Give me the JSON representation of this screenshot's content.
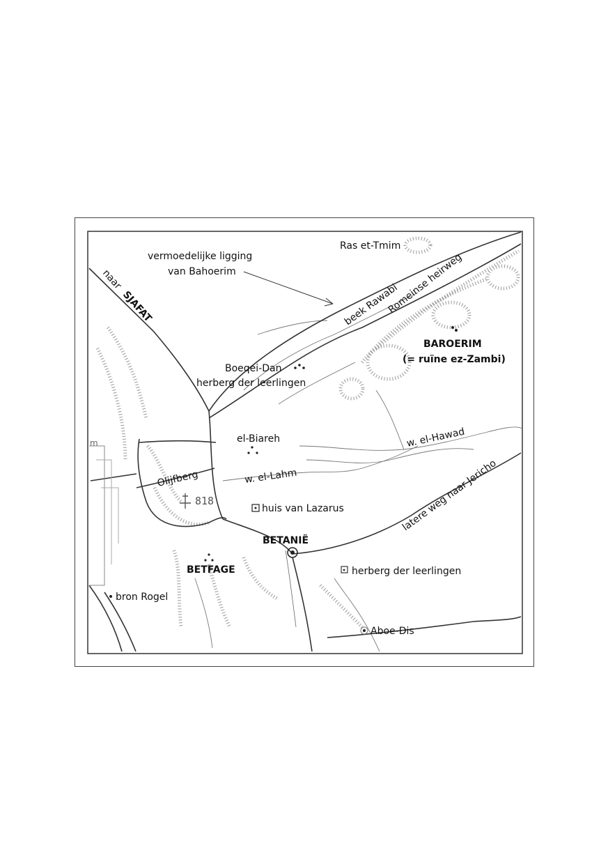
{
  "map": {
    "labels": {
      "naar": "naar",
      "sjafat": "SJAFAT",
      "vermoedelijke_1": "vermoedelijke ligging",
      "vermoedelijke_2": "van Bahoerim",
      "ras_et_tmim": "Ras et-Tmim",
      "beek_rawabi": "beek Rawabi",
      "romeinse_heirweg": "Romeinse heirweg",
      "baroerim": "BAROERIM",
      "ruine": "(= ruïne ez-Zambi)",
      "boeqei_dan": "Boeqei-Dan",
      "herberg_1": "herberg der leerlingen",
      "el_biareh": "el-Biareh",
      "w_el_hawad": "w. el-Hawad",
      "olijfberg": "Olijfberg",
      "w_el_lahm": "w. el-Lahm",
      "elevation": "818",
      "huis_lazarus": "huis van Lazarus",
      "latere_weg": "latere weg naar Jericho",
      "betanie": "BETANIË",
      "betfage": "BETFAGE",
      "herberg_2": "herberg der leerlingen",
      "bron_rogel": "bron Rogel",
      "aboe_dis": "Aboe-Dis",
      "city_mark": "m"
    }
  }
}
